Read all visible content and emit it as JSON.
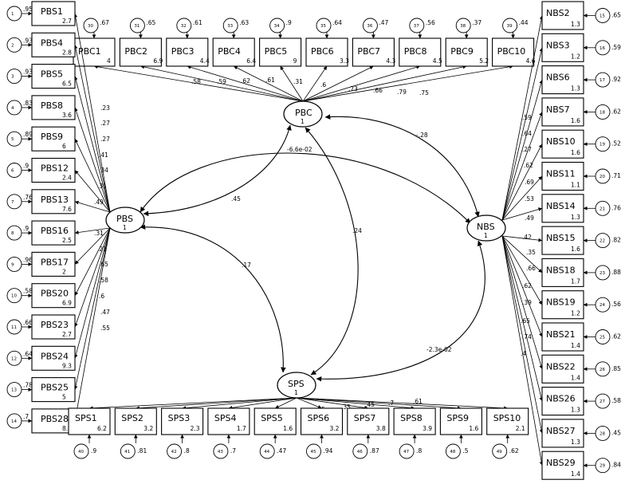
{
  "latents": {
    "PBC": {
      "name": "PBC",
      "variance": "1"
    },
    "PBS": {
      "name": "PBS",
      "variance": "1"
    },
    "NBS": {
      "name": "NBS",
      "variance": "1"
    },
    "SPS": {
      "name": "SPS",
      "variance": "1"
    }
  },
  "covariances": {
    "PBC_PBS": ".45",
    "PBC_NBS": "-.28",
    "PBC_SPS": ".24",
    "PBS_NBS": "-6.6e-02",
    "PBS_SPS": ".17",
    "NBS_SPS": "-2.3e-02"
  },
  "pbc_items": [
    {
      "name": "PBC1",
      "intercept": "4",
      "loading": ".58",
      "err_id": "30",
      "err_var": ".67"
    },
    {
      "name": "PBC2",
      "intercept": "6.9",
      "loading": ".59",
      "err_id": "31",
      "err_var": ".65"
    },
    {
      "name": "PBC3",
      "intercept": "4.4",
      "loading": ".62",
      "err_id": "32",
      "err_var": ".61"
    },
    {
      "name": "PBC4",
      "intercept": "6.4",
      "loading": ".61",
      "err_id": "33",
      "err_var": ".63"
    },
    {
      "name": "PBC5",
      "intercept": "9",
      "loading": ".31",
      "err_id": "34",
      "err_var": ".9"
    },
    {
      "name": "PBC6",
      "intercept": "3.3",
      "loading": ".6",
      "err_id": "35",
      "err_var": ".64"
    },
    {
      "name": "PBC7",
      "intercept": "4.3",
      "loading": ".73",
      "err_id": "36",
      "err_var": ".47"
    },
    {
      "name": "PBC8",
      "intercept": "4.5",
      "loading": ".66",
      "err_id": "37",
      "err_var": ".56"
    },
    {
      "name": "PBC9",
      "intercept": "5.2",
      "loading": ".79",
      "err_id": "38",
      "err_var": ".37"
    },
    {
      "name": "PBC10",
      "intercept": "4.6",
      "loading": ".75",
      "err_id": "39",
      "err_var": ".44"
    }
  ],
  "pbs_items": [
    {
      "name": "PBS1",
      "intercept": "2.7",
      "loading": ".23",
      "err_id": "1",
      "err_var": ".95"
    },
    {
      "name": "PBS4",
      "intercept": "2.8",
      "loading": ".27",
      "err_id": "2",
      "err_var": ".93"
    },
    {
      "name": "PBS5",
      "intercept": "6.5",
      "loading": ".27",
      "err_id": "3",
      "err_var": ".93"
    },
    {
      "name": "PBS8",
      "intercept": "3.6",
      "loading": ".41",
      "err_id": "4",
      "err_var": ".83"
    },
    {
      "name": "PBS9",
      "intercept": "6",
      "loading": ".34",
      "err_id": "5",
      "err_var": ".89"
    },
    {
      "name": "PBS12",
      "intercept": "2.4",
      "loading": ".31",
      "err_id": "6",
      "err_var": ".9"
    },
    {
      "name": "PBS13",
      "intercept": "7.6",
      "loading": ".49",
      "err_id": "7",
      "err_var": ".76"
    },
    {
      "name": "PBS16",
      "intercept": "2.5",
      "loading": ".31",
      "err_id": "8",
      "err_var": ".9"
    },
    {
      "name": "PBS17",
      "intercept": "2",
      "loading": ".21",
      "err_id": "9",
      "err_var": ".96"
    },
    {
      "name": "PBS20",
      "intercept": "6.9",
      "loading": ".65",
      "err_id": "10",
      "err_var": ".58"
    },
    {
      "name": "PBS23",
      "intercept": "2.7",
      "loading": ".58",
      "err_id": "11",
      "err_var": ".66"
    },
    {
      "name": "PBS24",
      "intercept": "9.3",
      "loading": ".6",
      "err_id": "12",
      "err_var": ".64"
    },
    {
      "name": "PBS25",
      "intercept": "5",
      "loading": ".47",
      "err_id": "13",
      "err_var": ".78"
    },
    {
      "name": "PBS28",
      "intercept": "8.6",
      "loading": ".55",
      "err_id": "14",
      "err_var": ".7"
    }
  ],
  "nbs_items": [
    {
      "name": "NBS2",
      "intercept": "1.3",
      "loading": ".59",
      "err_id": "15",
      "err_var": ".65"
    },
    {
      "name": "NBS3",
      "intercept": "1.2",
      "loading": ".64",
      "err_id": "16",
      "err_var": ".59"
    },
    {
      "name": "NBS6",
      "intercept": "1.3",
      "loading": ".27",
      "err_id": "17",
      "err_var": ".92"
    },
    {
      "name": "NBS7",
      "intercept": "1.6",
      "loading": ".62",
      "err_id": "18",
      "err_var": ".62"
    },
    {
      "name": "NBS10",
      "intercept": "1.6",
      "loading": ".69",
      "err_id": "19",
      "err_var": ".52"
    },
    {
      "name": "NBS11",
      "intercept": "1.1",
      "loading": ".53",
      "err_id": "20",
      "err_var": ".71"
    },
    {
      "name": "NBS14",
      "intercept": "1.3",
      "loading": ".49",
      "err_id": "21",
      "err_var": ".76"
    },
    {
      "name": "NBS15",
      "intercept": "1.6",
      "loading": ".42",
      "err_id": "22",
      "err_var": ".82"
    },
    {
      "name": "NBS18",
      "intercept": "1.7",
      "loading": ".35",
      "err_id": "23",
      "err_var": ".88"
    },
    {
      "name": "NBS19",
      "intercept": "1.2",
      "loading": ".66",
      "err_id": "24",
      "err_var": ".56"
    },
    {
      "name": "NBS21",
      "intercept": "1.4",
      "loading": ".62",
      "err_id": "25",
      "err_var": ".62"
    },
    {
      "name": "NBS22",
      "intercept": "1.4",
      "loading": ".39",
      "err_id": "26",
      "err_var": ".85"
    },
    {
      "name": "NBS26",
      "intercept": "1.3",
      "loading": ".65",
      "err_id": "27",
      "err_var": ".58"
    },
    {
      "name": "NBS27",
      "intercept": "1.3",
      "loading": ".74",
      "err_id": "28",
      "err_var": ".45"
    },
    {
      "name": "NBS29",
      "intercept": "1.4",
      "loading": ".4",
      "err_id": "29",
      "err_var": ".84"
    }
  ],
  "sps_items": [
    {
      "name": "SPS1",
      "intercept": "6.2",
      "loading": ".31",
      "err_id": "40",
      "err_var": ".9"
    },
    {
      "name": "SPS2",
      "intercept": "3.2",
      "loading": ".44",
      "err_id": "41",
      "err_var": ".81"
    },
    {
      "name": "SPS3",
      "intercept": "2.3",
      "loading": ".45",
      "err_id": "42",
      "err_var": ".8"
    },
    {
      "name": "SPS4",
      "intercept": "1.7",
      "loading": ".55",
      "err_id": "43",
      "err_var": ".7"
    },
    {
      "name": "SPS5",
      "intercept": "1.6",
      "loading": ".73",
      "err_id": "44",
      "err_var": ".47"
    },
    {
      "name": "SPS6",
      "intercept": "3.2",
      "loading": ".25",
      "err_id": "45",
      "err_var": ".94"
    },
    {
      "name": "SPS7",
      "intercept": "3.8",
      "loading": ".35",
      "err_id": "46",
      "err_var": ".87"
    },
    {
      "name": "SPS8",
      "intercept": "3.9",
      "loading": ".45",
      "err_id": "47",
      "err_var": ".8"
    },
    {
      "name": "SPS9",
      "intercept": "1.6",
      "loading": ".7",
      "err_id": "48",
      "err_var": ".5"
    },
    {
      "name": "SPS10",
      "intercept": "2.1",
      "loading": ".61",
      "err_id": "49",
      "err_var": ".62"
    }
  ]
}
